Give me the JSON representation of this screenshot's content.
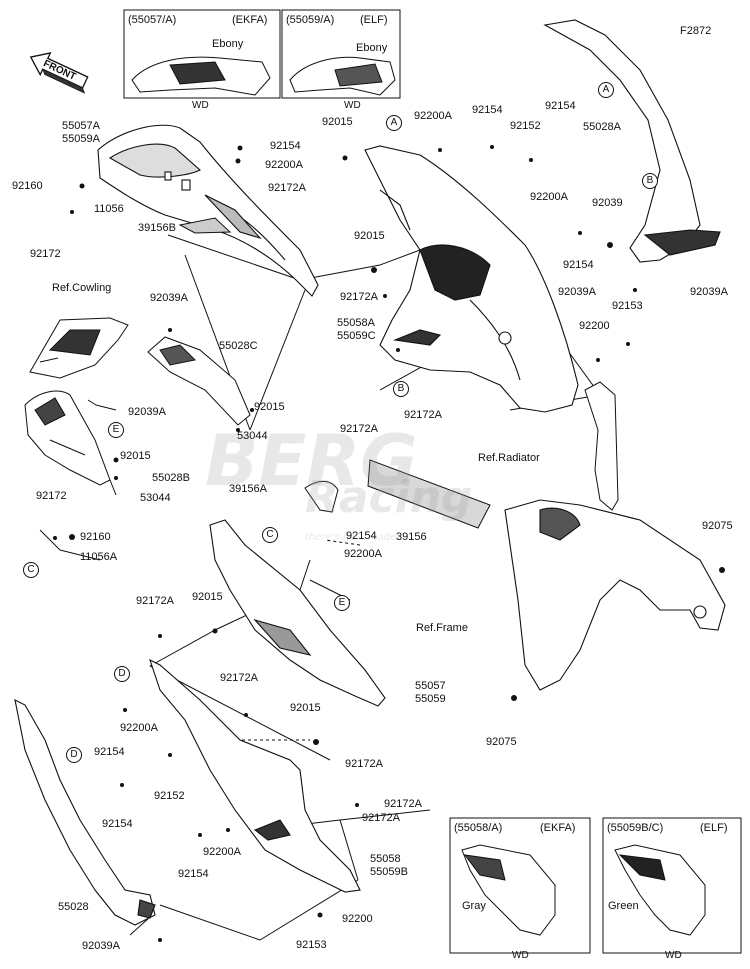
{
  "figure_code": "F2872",
  "front_label": "FRONT",
  "watermark": {
    "line1": "BERG",
    "line2": "Racing",
    "tagline": "there's no... made"
  },
  "insets": {
    "top_left": {
      "code": "(55057/A)",
      "variant": "(EKFA)",
      "color": "Ebony",
      "note": "WD"
    },
    "top_right": {
      "code": "(55059/A)",
      "variant": "(ELF)",
      "color": "Ebony",
      "note": "WD"
    },
    "bottom_left": {
      "code": "(55058/A)",
      "variant": "(EKFA)",
      "color": "Gray",
      "note": "WD"
    },
    "bottom_right": {
      "code": "(55059B/C)",
      "variant": "(ELF)",
      "color": "Green",
      "note": "WD"
    }
  },
  "refs": {
    "cowling": "Ref.Cowling",
    "radiator": "Ref.Radiator",
    "frame": "Ref.Frame"
  },
  "callout_letters": [
    "A",
    "A",
    "B",
    "B",
    "C",
    "C",
    "D",
    "D",
    "E",
    "E"
  ],
  "part_labels": [
    "55057A",
    "55059A",
    "92160",
    "11056",
    "92172",
    "92154",
    "92200A",
    "92015",
    "92172A",
    "39156B",
    "92015",
    "92200A",
    "92154",
    "92154",
    "92152",
    "55028A",
    "92039",
    "92200A",
    "92154",
    "92039A",
    "92039A",
    "92153",
    "92200",
    "92172A",
    "55058A",
    "55059C",
    "92172A",
    "92172A",
    "92039A",
    "55028C",
    "92039A",
    "92015",
    "53044",
    "92015",
    "55028B",
    "53044",
    "39156A",
    "39156",
    "92172",
    "92160",
    "11056A",
    "92154",
    "92200A",
    "92172A",
    "92015",
    "55057",
    "55059",
    "92200A",
    "92154",
    "92172A",
    "92015",
    "92152",
    "92154",
    "92172A",
    "92172A",
    "92172A",
    "92200A",
    "92154",
    "55058",
    "55059B",
    "92200",
    "92153",
    "55028",
    "92039A",
    "92075",
    "92075"
  ]
}
